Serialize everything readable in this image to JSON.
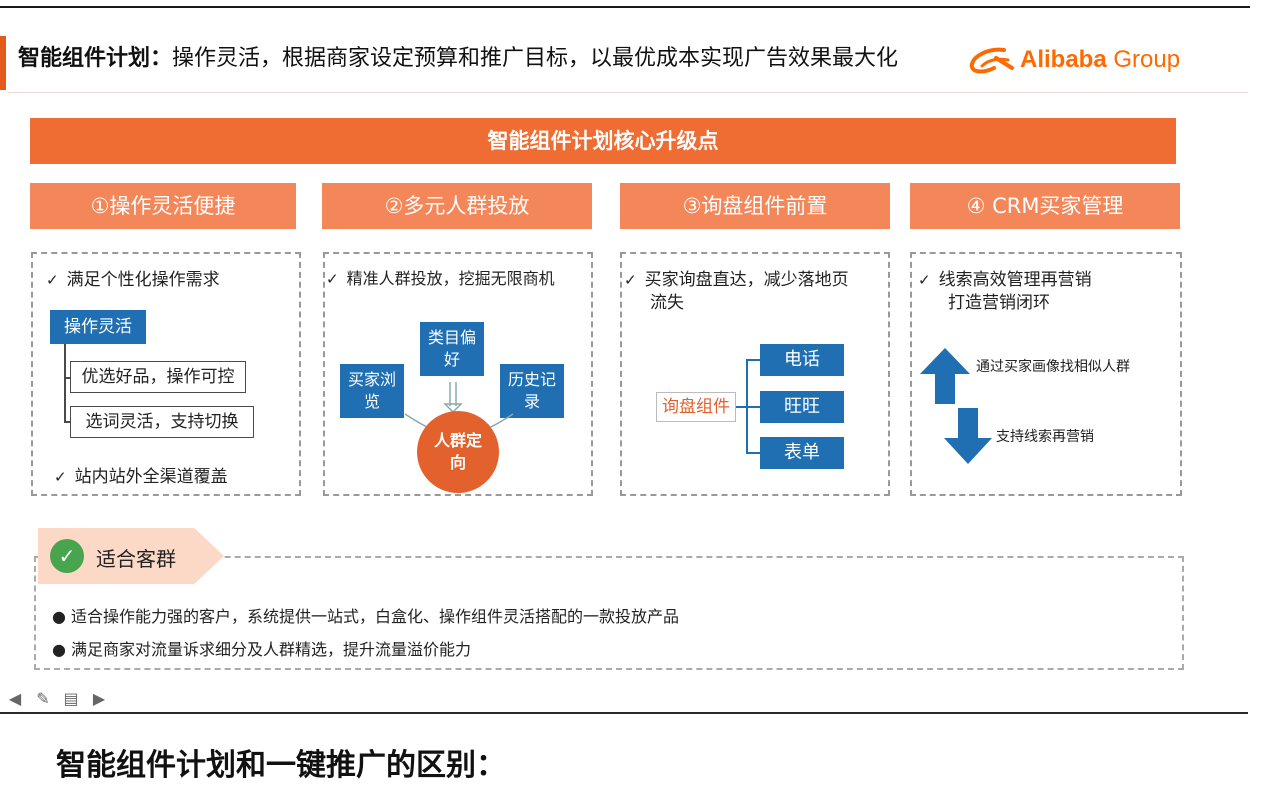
{
  "header": {
    "title_bold": "智能组件计划：",
    "title_rest": "操作灵活，根据商家设定预算和推广目标，以最优成本实现广告效果最大化",
    "logo_word": "Alibaba",
    "logo_group": "Group"
  },
  "banner": {
    "label": "智能组件计划核心升级点"
  },
  "columns": [
    {
      "title": "①操作灵活便捷",
      "check1": "满足个性化操作需求",
      "root": "操作灵活",
      "branch1": "优选好品，操作可控",
      "branch2": "选词灵活，支持切换",
      "check2": "站内站外全渠道覆盖"
    },
    {
      "title": "②多元人群投放",
      "check1": "精准人群投放，挖掘无限商机",
      "left_box": "买家浏览",
      "top_box": "类目偏好",
      "right_box": "历史记录",
      "center": "人群定向"
    },
    {
      "title": "③询盘组件前置",
      "check1_line1": "买家询盘直达，减少落地页",
      "check1_line2": "流失",
      "source": "询盘组件",
      "targets": [
        "电话",
        "旺旺",
        "表单"
      ]
    },
    {
      "title": "④ CRM买家管理",
      "check1_line1": "线索高效管理再营销",
      "check1_line2": "打造营销闭环",
      "up_text": "通过买家画像找相似人群",
      "down_text": "支持线索再营销"
    }
  ],
  "audience": {
    "label": "适合客群",
    "bullets": [
      "适合操作能力强的客户，系统提供一站式，白盒化、操作组件灵活搭配的一款投放产品",
      "满足商家对流量诉求细分及人群精选，提升流量溢价能力"
    ]
  },
  "article": {
    "title": "智能组件计划和一键推广的区别："
  },
  "colors": {
    "accent": "#ef6c33",
    "column_header": "#f4875a",
    "blue": "#1f6fb2",
    "circle": "#e2612d",
    "check_green": "#48a54d"
  },
  "icons": [
    "prev-arrow-icon",
    "pen-icon",
    "note-icon",
    "next-arrow-icon",
    "check-circle-icon",
    "up-arrow-icon",
    "down-arrow-icon",
    "alibaba-logo-icon"
  ]
}
